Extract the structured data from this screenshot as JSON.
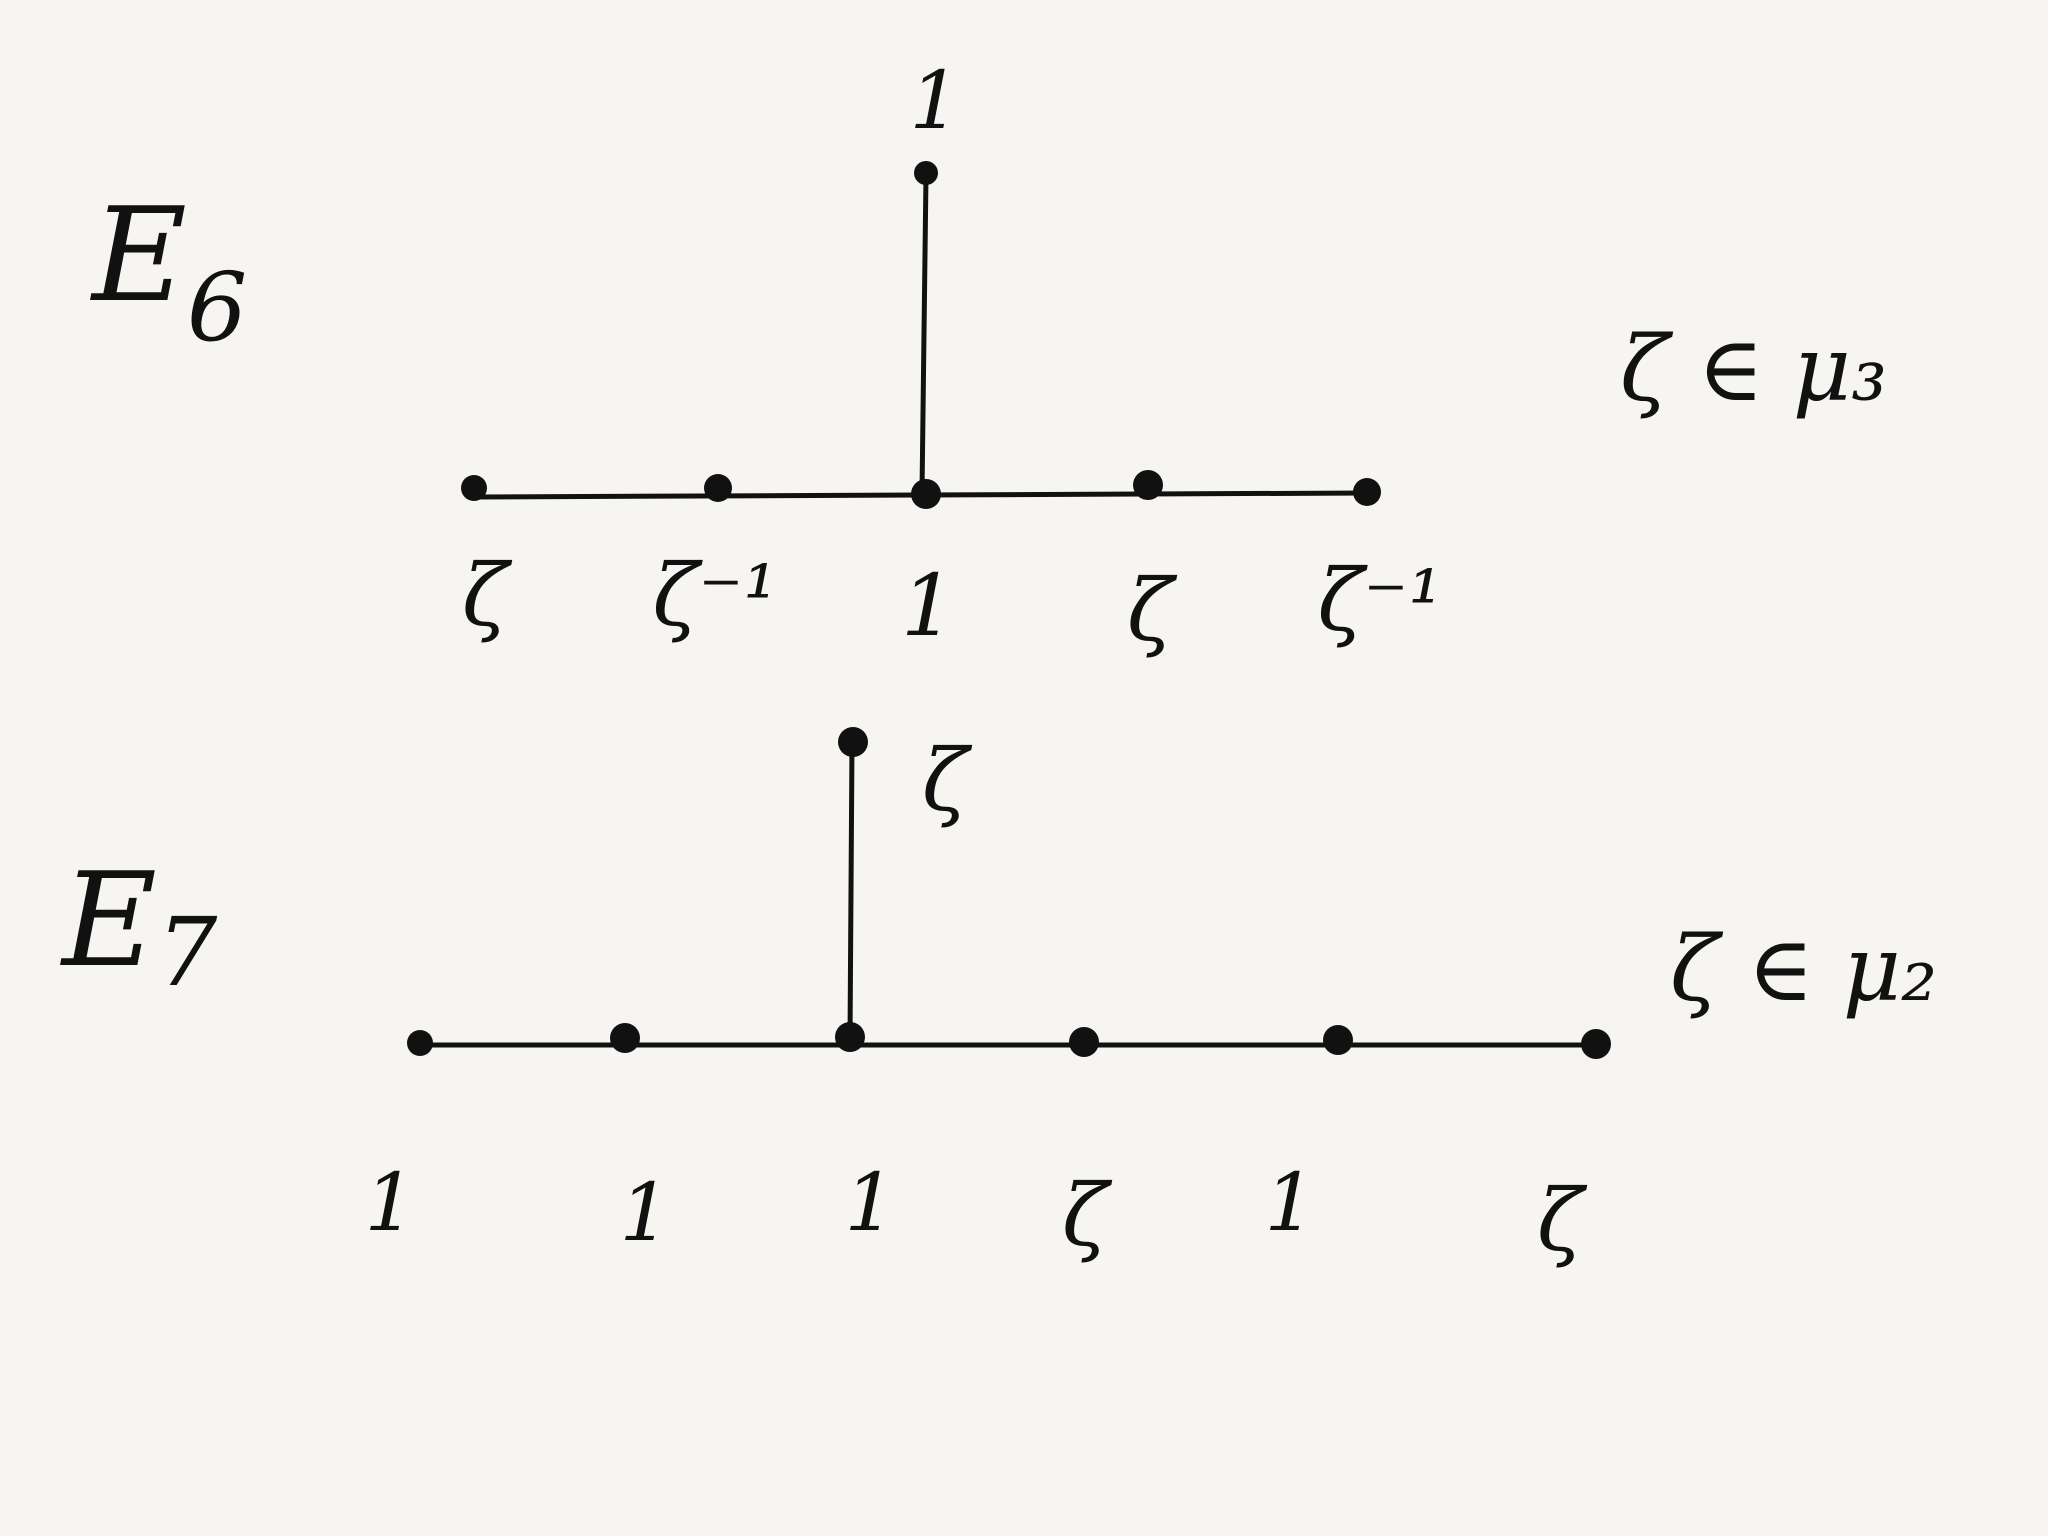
{
  "diagrams": [
    {
      "name": "E₆",
      "title_main": "E",
      "title_sub": "6",
      "condition": "ζ ∈ μ₃",
      "top_label": "1",
      "bottom_labels": [
        "ζ",
        "ζ⁻¹",
        "1",
        "ζ",
        "ζ⁻¹"
      ]
    },
    {
      "name": "E₇",
      "title_main": "E",
      "title_sub": "7",
      "condition": "ζ ∈ μ₂",
      "top_label": "ζ",
      "bottom_labels": [
        "1",
        "1",
        "1",
        "ζ",
        "1",
        "ζ"
      ]
    }
  ],
  "colors": {
    "ink": "#111111",
    "paper": "#f6f5f1"
  }
}
